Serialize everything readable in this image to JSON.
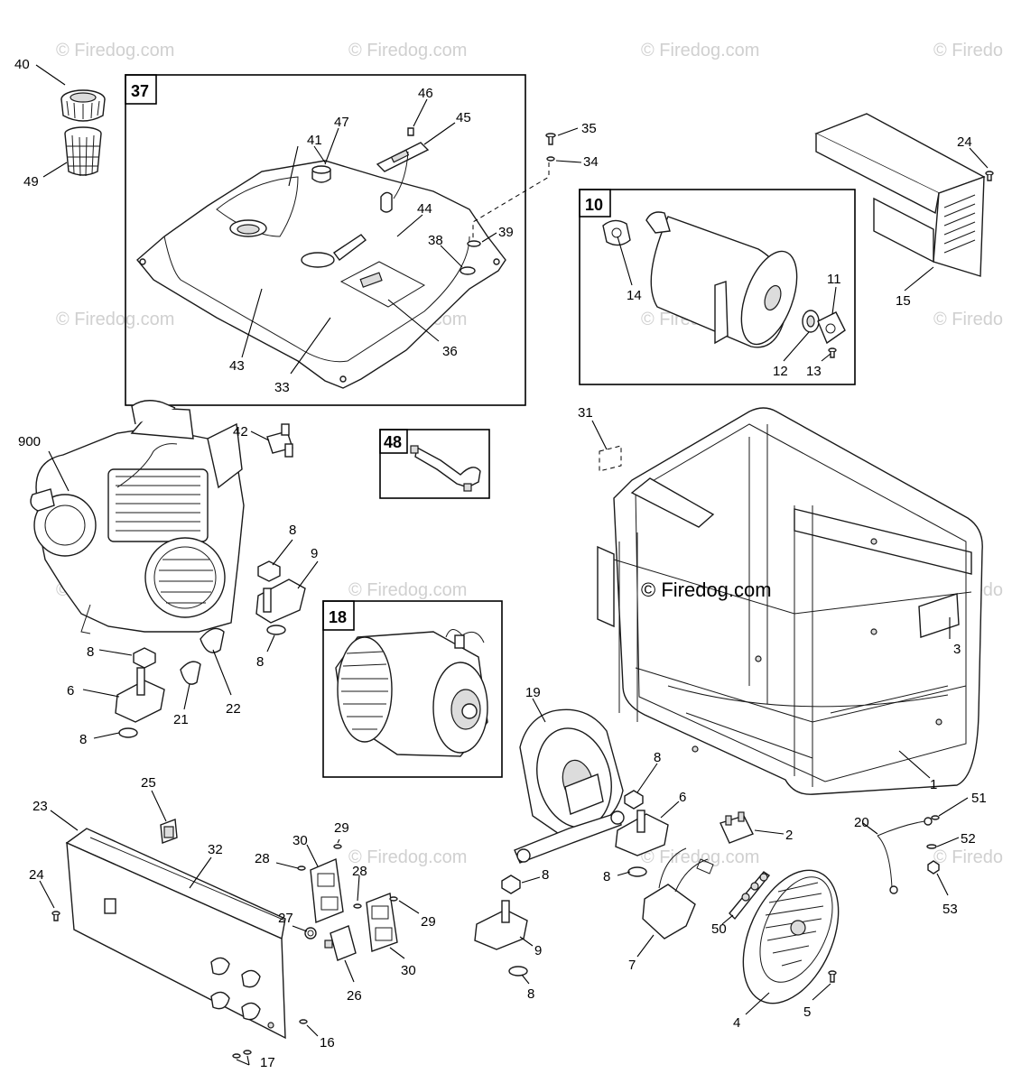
{
  "watermark": "© Firedog.com",
  "watermark_partial": "© Firedo",
  "center_watermark": "© Firedog.com",
  "groups": {
    "fuel_tank_assembly": "37",
    "muffler_assembly": "10",
    "fuel_line_assembly": "48",
    "alternator_assembly": "18"
  },
  "callouts": {
    "c40": "40",
    "c49": "49",
    "c41": "41",
    "c47": "47",
    "c46": "46",
    "c45": "45",
    "c44": "44",
    "c38": "38",
    "c43": "43",
    "c33": "33",
    "c36": "36",
    "c35": "35",
    "c34": "34",
    "c39": "39",
    "c14": "14",
    "c11": "11",
    "c12": "12",
    "c13": "13",
    "c24a": "24",
    "c15": "15",
    "c900": "900",
    "c42": "42",
    "c8a": "8",
    "c9a": "9",
    "c8b": "8",
    "c8c": "8",
    "c22": "22",
    "c21": "21",
    "c6a": "6",
    "c8d": "8",
    "c31": "31",
    "c3": "3",
    "c1": "1",
    "c19": "19",
    "c25": "25",
    "c23": "23",
    "c32": "32",
    "c24b": "24",
    "c28a": "28",
    "c30a": "30",
    "c29a": "29",
    "c28b": "28",
    "c27": "27",
    "c29b": "29",
    "c30b": "30",
    "c26": "26",
    "c16": "16",
    "c17": "17",
    "c8e": "8",
    "c9b": "9",
    "c8f": "8",
    "c8g": "8",
    "c6b": "6",
    "c8h": "8",
    "c2": "2",
    "c7": "7",
    "c50": "50",
    "c4": "4",
    "c5": "5",
    "c20": "20",
    "c51": "51",
    "c52": "52",
    "c53": "53"
  }
}
